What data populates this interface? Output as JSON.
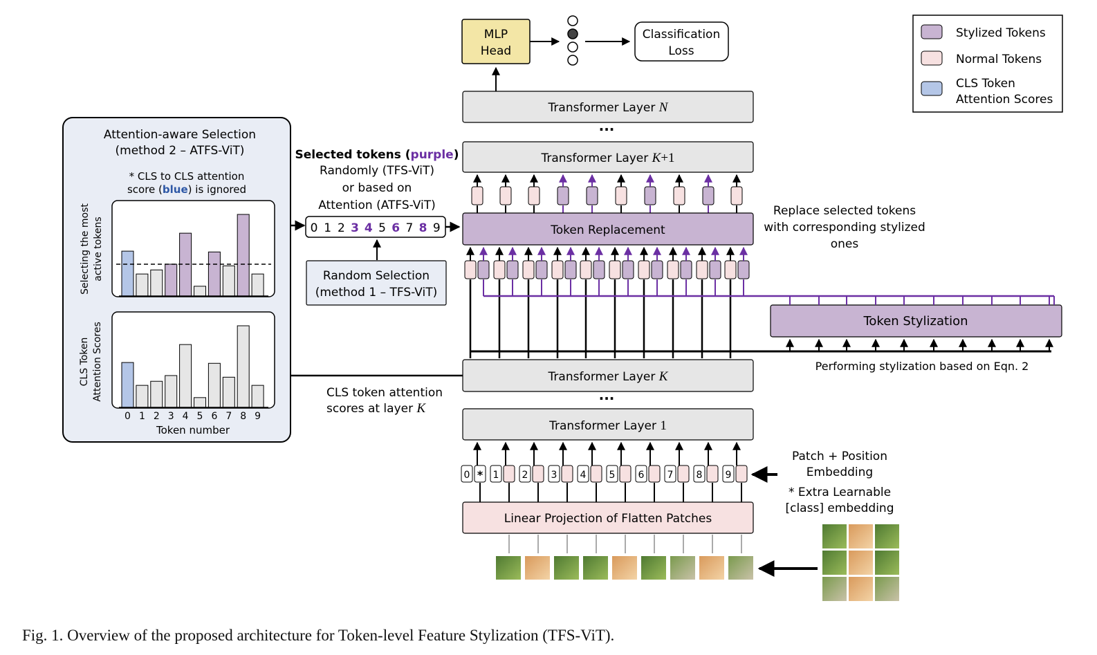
{
  "caption": "Fig. 1.  Overview of the proposed architecture for Token-level Feature Stylization (TFS-ViT).",
  "colors": {
    "purple": "#c8b4d2",
    "purple_text": "#6b2fa3",
    "pink": "#f7e1e1",
    "blue": "#b4c6e7",
    "blue_text": "#2e58a6",
    "gray": "#e6e6e6",
    "panel_bg": "#e9edf5",
    "mlp": "#f3e6a6"
  },
  "legend": {
    "stylized": "Stylized Tokens",
    "normal": "Normal Tokens",
    "cls_line1": "CLS Token",
    "cls_line2": "Attention Scores"
  },
  "mlp": {
    "line1": "MLP",
    "line2": "Head"
  },
  "loss": {
    "line1": "Classification",
    "line2": "Loss"
  },
  "layers": {
    "n_prefix": "Transformer Layer ",
    "n_var": "N",
    "k1_prefix": "Transformer Layer ",
    "k1_var": "K",
    "k1_suffix": "+1",
    "replacement": "Token Replacement",
    "stylization": "Token Stylization",
    "k_prefix": "Transformer Layer ",
    "k_var": "K",
    "l1_prefix": "Transformer Layer ",
    "l1_num": "1",
    "linear": "Linear Projection of Flatten Patches"
  },
  "dots": "···",
  "selected": {
    "l1_bold": "Selected tokens (",
    "l1_purple": "purple",
    "l1_close": ")",
    "l2": "Randomly (TFS-ViT)",
    "l3": "or based on",
    "l4": "Attention (ATFS-ViT)"
  },
  "token_strip": {
    "digits": [
      "0",
      "1",
      "2",
      "3",
      "4",
      "5",
      "6",
      "7",
      "8",
      "9"
    ],
    "highlight": [
      3,
      4,
      6,
      8
    ]
  },
  "random_sel": {
    "line1": "Random Selection",
    "line2": "(method 1 – TFS-ViT)"
  },
  "replace_note": {
    "l1": "Replace selected tokens",
    "l2": "with corresponding stylized",
    "l3": "ones"
  },
  "stylization_note": "Performing stylization based on Eqn. 2",
  "cls_note": {
    "l1": "CLS token attention",
    "l2_prefix": "scores at layer ",
    "l2_var": "K"
  },
  "embedding_note": {
    "l1": "Patch + Position",
    "l2": "Embedding",
    "l3": "* Extra Learnable",
    "l4": "[class] embedding"
  },
  "embed_labels": [
    "0",
    "*",
    "1",
    "2",
    "3",
    "4",
    "5",
    "6",
    "7",
    "8",
    "9"
  ],
  "panel": {
    "title1": "Attention-aware Selection",
    "title2": "(method 2 – ATFS-ViT)",
    "note1": "* CLS to CLS attention",
    "note2_prefix": "score (",
    "note2_blue": "blue",
    "note2_suffix": ") is ignored",
    "top_ylabel1": "Selecting the most",
    "top_ylabel2": "active tokens",
    "bottom_ylabel1": "CLS Token",
    "bottom_ylabel2": "Attention Scores",
    "xlabel": "Token number",
    "ticks": [
      "0",
      "1",
      "2",
      "3",
      "4",
      "5",
      "6",
      "7",
      "8",
      "9"
    ]
  },
  "chart_data": [
    {
      "type": "bar",
      "categories": [
        "0",
        "1",
        "2",
        "3",
        "4",
        "5",
        "6",
        "7",
        "8",
        "9"
      ],
      "values": [
        0.55,
        0.27,
        0.32,
        0.39,
        0.77,
        0.12,
        0.54,
        0.37,
        1.0,
        0.27
      ],
      "threshold": 0.39,
      "title": "",
      "xlabel": "",
      "ylabel": "Selecting the most active tokens",
      "bar_colors": [
        "blue",
        "gray",
        "gray",
        "purple",
        "purple",
        "gray",
        "purple",
        "gray",
        "purple",
        "gray"
      ]
    },
    {
      "type": "bar",
      "categories": [
        "0",
        "1",
        "2",
        "3",
        "4",
        "5",
        "6",
        "7",
        "8",
        "9"
      ],
      "values": [
        0.55,
        0.27,
        0.32,
        0.39,
        0.77,
        0.12,
        0.54,
        0.37,
        1.0,
        0.27
      ],
      "title": "",
      "xlabel": "Token number",
      "ylabel": "CLS Token Attention Scores",
      "bar_colors": [
        "blue",
        "gray",
        "gray",
        "gray",
        "gray",
        "gray",
        "gray",
        "gray",
        "gray",
        "gray"
      ]
    }
  ]
}
